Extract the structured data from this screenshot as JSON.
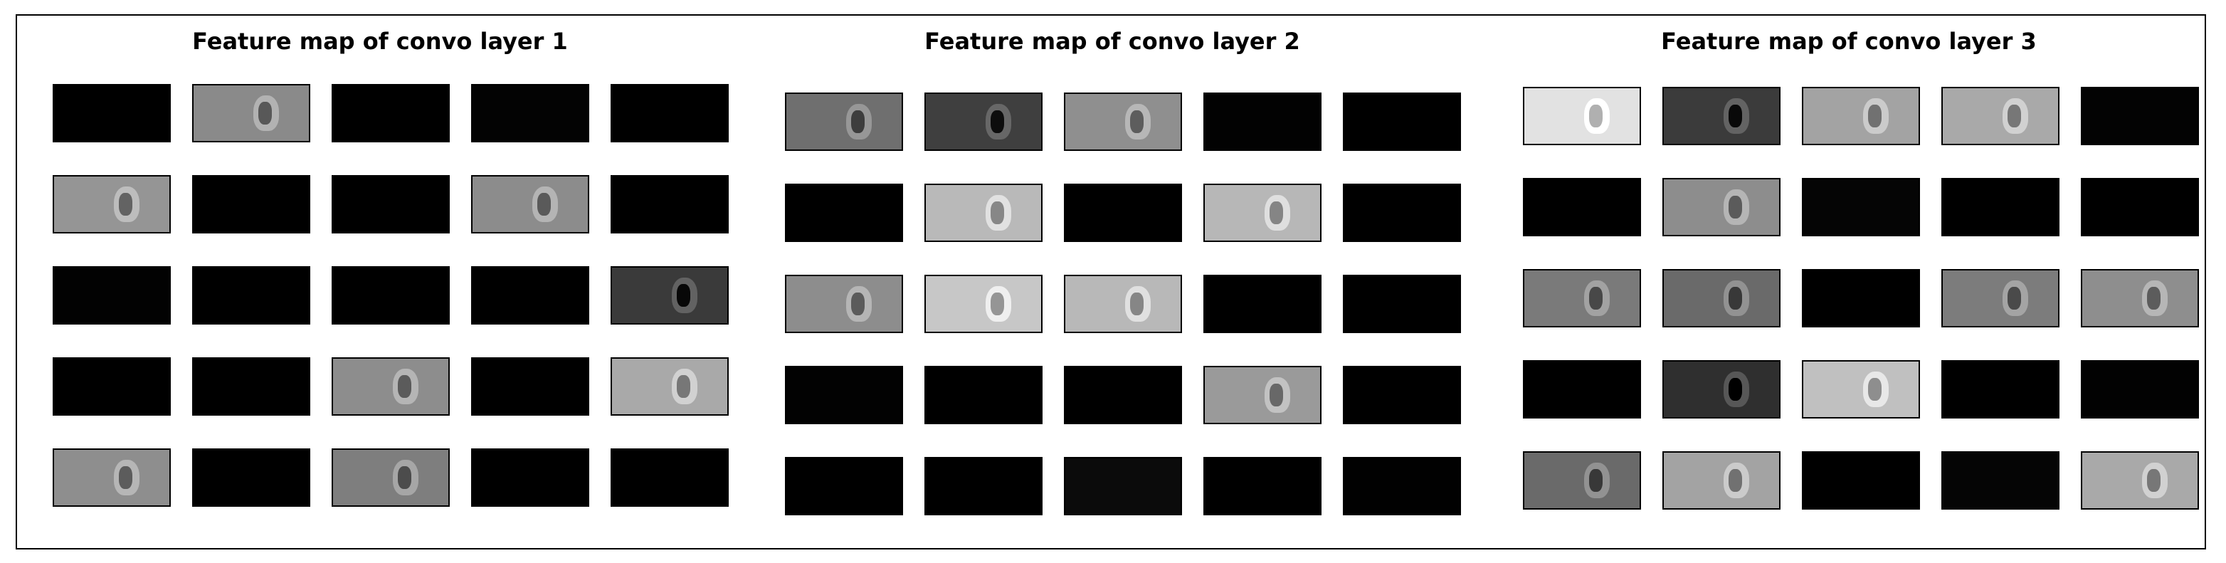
{
  "panels": [
    {
      "title": "Feature map of convo layer 1",
      "maps": [
        [
          "#000000",
          "#8a8a8a",
          "#000000",
          "#030303",
          "#000000"
        ],
        [
          "#959595",
          "#000000",
          "#000000",
          "#8c8c8c",
          "#000000"
        ],
        [
          "#020202",
          "#000000",
          "#000000",
          "#000000",
          "#3a3a3a"
        ],
        [
          "#000000",
          "#000000",
          "#8d8d8d",
          "#000000",
          "#a9a9a9"
        ],
        [
          "#8e8e8e",
          "#000000",
          "#7e7e7e",
          "#000000",
          "#000000"
        ]
      ]
    },
    {
      "title": "Feature map of convo layer 2",
      "maps": [
        [
          "#6f6f6f",
          "#3f3f3f",
          "#8f8f8f",
          "#020202",
          "#000000"
        ],
        [
          "#000000",
          "#b9b9b9",
          "#000000",
          "#b7b7b7",
          "#000000"
        ],
        [
          "#8d8d8d",
          "#c7c7c7",
          "#b8b8b8",
          "#000000",
          "#000000"
        ],
        [
          "#020202",
          "#000000",
          "#000000",
          "#9a9a9a",
          "#000000"
        ],
        [
          "#000000",
          "#000000",
          "#0b0b0b",
          "#000000",
          "#010101"
        ]
      ]
    },
    {
      "title": "Feature map of convo layer 3",
      "maps": [
        [
          "#e2e2e2",
          "#3b3b3b",
          "#a3a3a3",
          "#a9a9a9",
          "#030303"
        ],
        [
          "#000000",
          "#8d8d8d",
          "#050505",
          "#000000",
          "#000000"
        ],
        [
          "#7a7a7a",
          "#6a6a6a",
          "#000000",
          "#7c7c7c",
          "#8e8e8e"
        ],
        [
          "#000000",
          "#2f2f2f",
          "#c0c0c0",
          "#000000",
          "#020202"
        ],
        [
          "#6a6a6a",
          "#a3a3a3",
          "#000000",
          "#050505",
          "#a9a9a9"
        ]
      ]
    }
  ]
}
